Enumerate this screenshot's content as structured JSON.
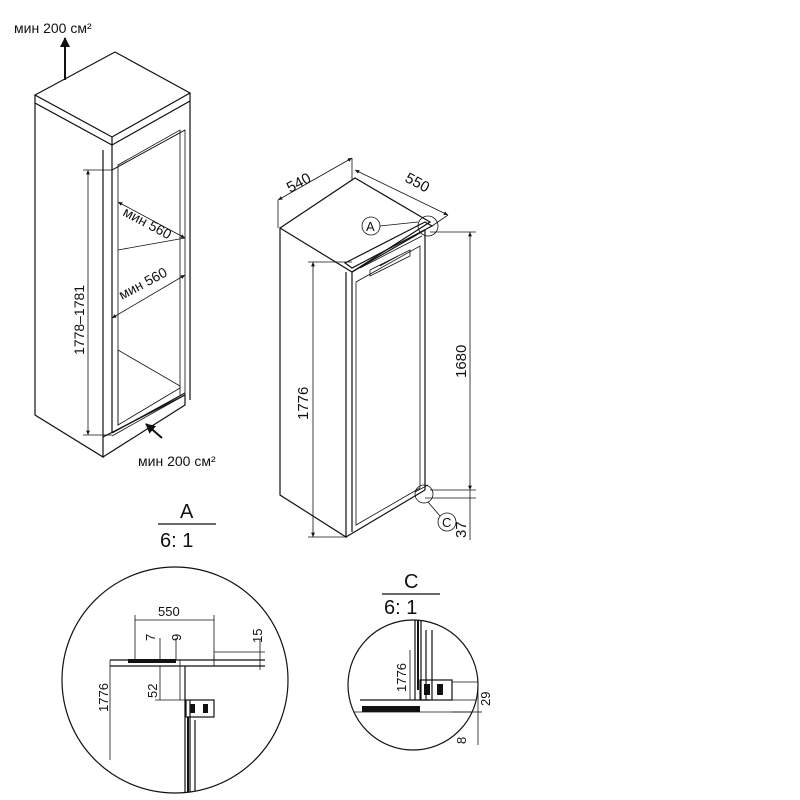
{
  "niche": {
    "vent_top": "мин 200 см²",
    "vent_bottom": "мин 200 см²",
    "height_range": "1778–1781",
    "depth_upper": "мин 560",
    "depth_lower": "мин 560"
  },
  "appliance": {
    "width": "540",
    "depth": "550",
    "height_total": "1776",
    "height_door": "1680",
    "bottom_gap": "37",
    "marker_a": "A",
    "marker_c": "C"
  },
  "detail_a": {
    "title": "A",
    "scale": "6: 1",
    "dim_550": "550",
    "dim_7": "7",
    "dim_9": "9",
    "dim_15": "15",
    "dim_1776": "1776",
    "dim_52": "52"
  },
  "detail_c": {
    "title": "C",
    "scale": "6: 1",
    "dim_1776": "1776",
    "dim_29": "29",
    "dim_8": "8"
  }
}
